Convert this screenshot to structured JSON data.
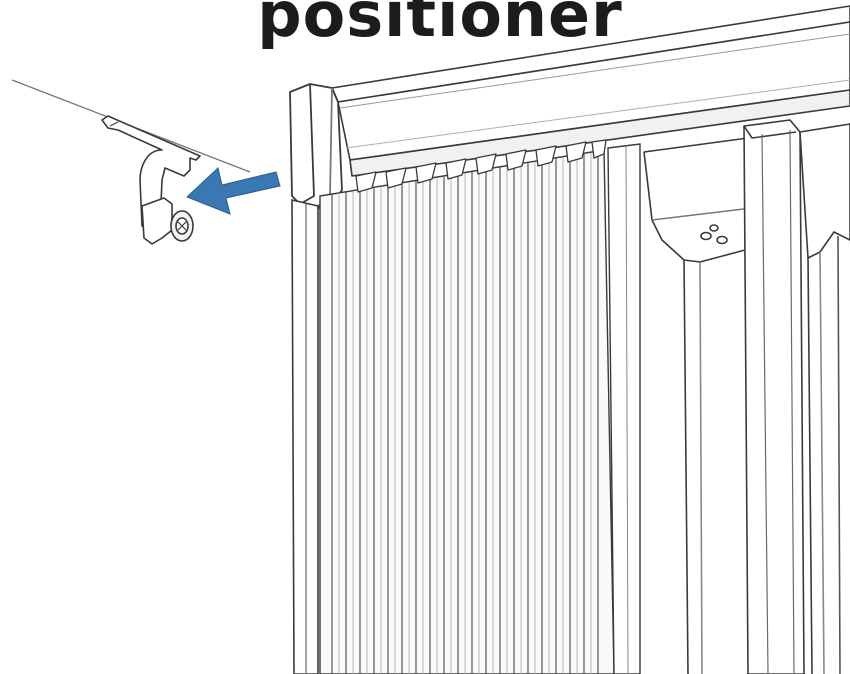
{
  "heading": "positioner",
  "colors": {
    "line_art": "#3a3a3a",
    "light_line": "#8a8a8a",
    "arrow": "#3a78b4",
    "background": "#ffffff"
  },
  "parts": [
    "positioner-bracket",
    "headrail",
    "end-cap",
    "pleated-fabric-panel",
    "carrier-wand",
    "motor-housing"
  ]
}
